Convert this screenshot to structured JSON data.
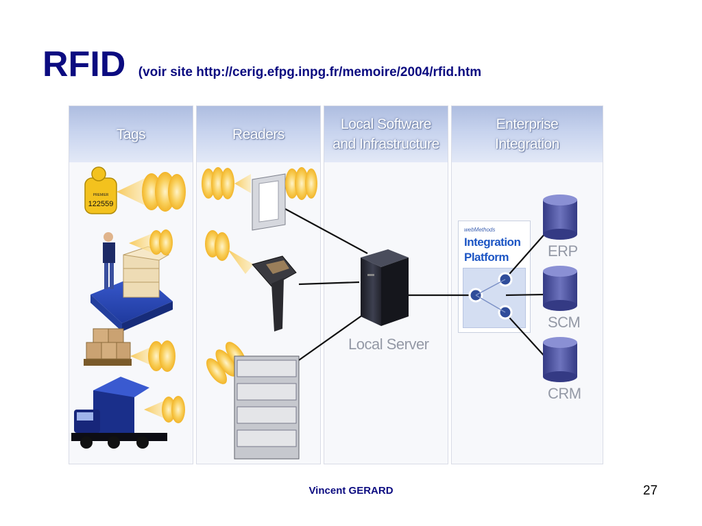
{
  "slide": {
    "title": "RFID",
    "subtitle": "(voir site http://cerig.efpg.inpg.fr/memoire/2004/rfid.htm",
    "author": "Vincent GERARD",
    "page_number": "27"
  },
  "diagram": {
    "columns": [
      {
        "line1": "Tags",
        "line2": ""
      },
      {
        "line1": "Readers",
        "line2": ""
      },
      {
        "line1": "Local Software",
        "line2": "and Infrastructure"
      },
      {
        "line1": "Enterprise",
        "line2": "Integration"
      }
    ],
    "tag_label": "122559",
    "tag_small_label": "PREMIER",
    "server_label": "Local Server",
    "platform": {
      "brand": "webMethods",
      "name": "Integration Platform"
    },
    "systems": [
      "ERP",
      "SCM",
      "CRM"
    ]
  },
  "colors": {
    "title": "#0b0b80",
    "header_band": "#c7d3ee",
    "signal": "#f5c144",
    "database": "#4a4f9a",
    "server": "#2b2d38"
  }
}
